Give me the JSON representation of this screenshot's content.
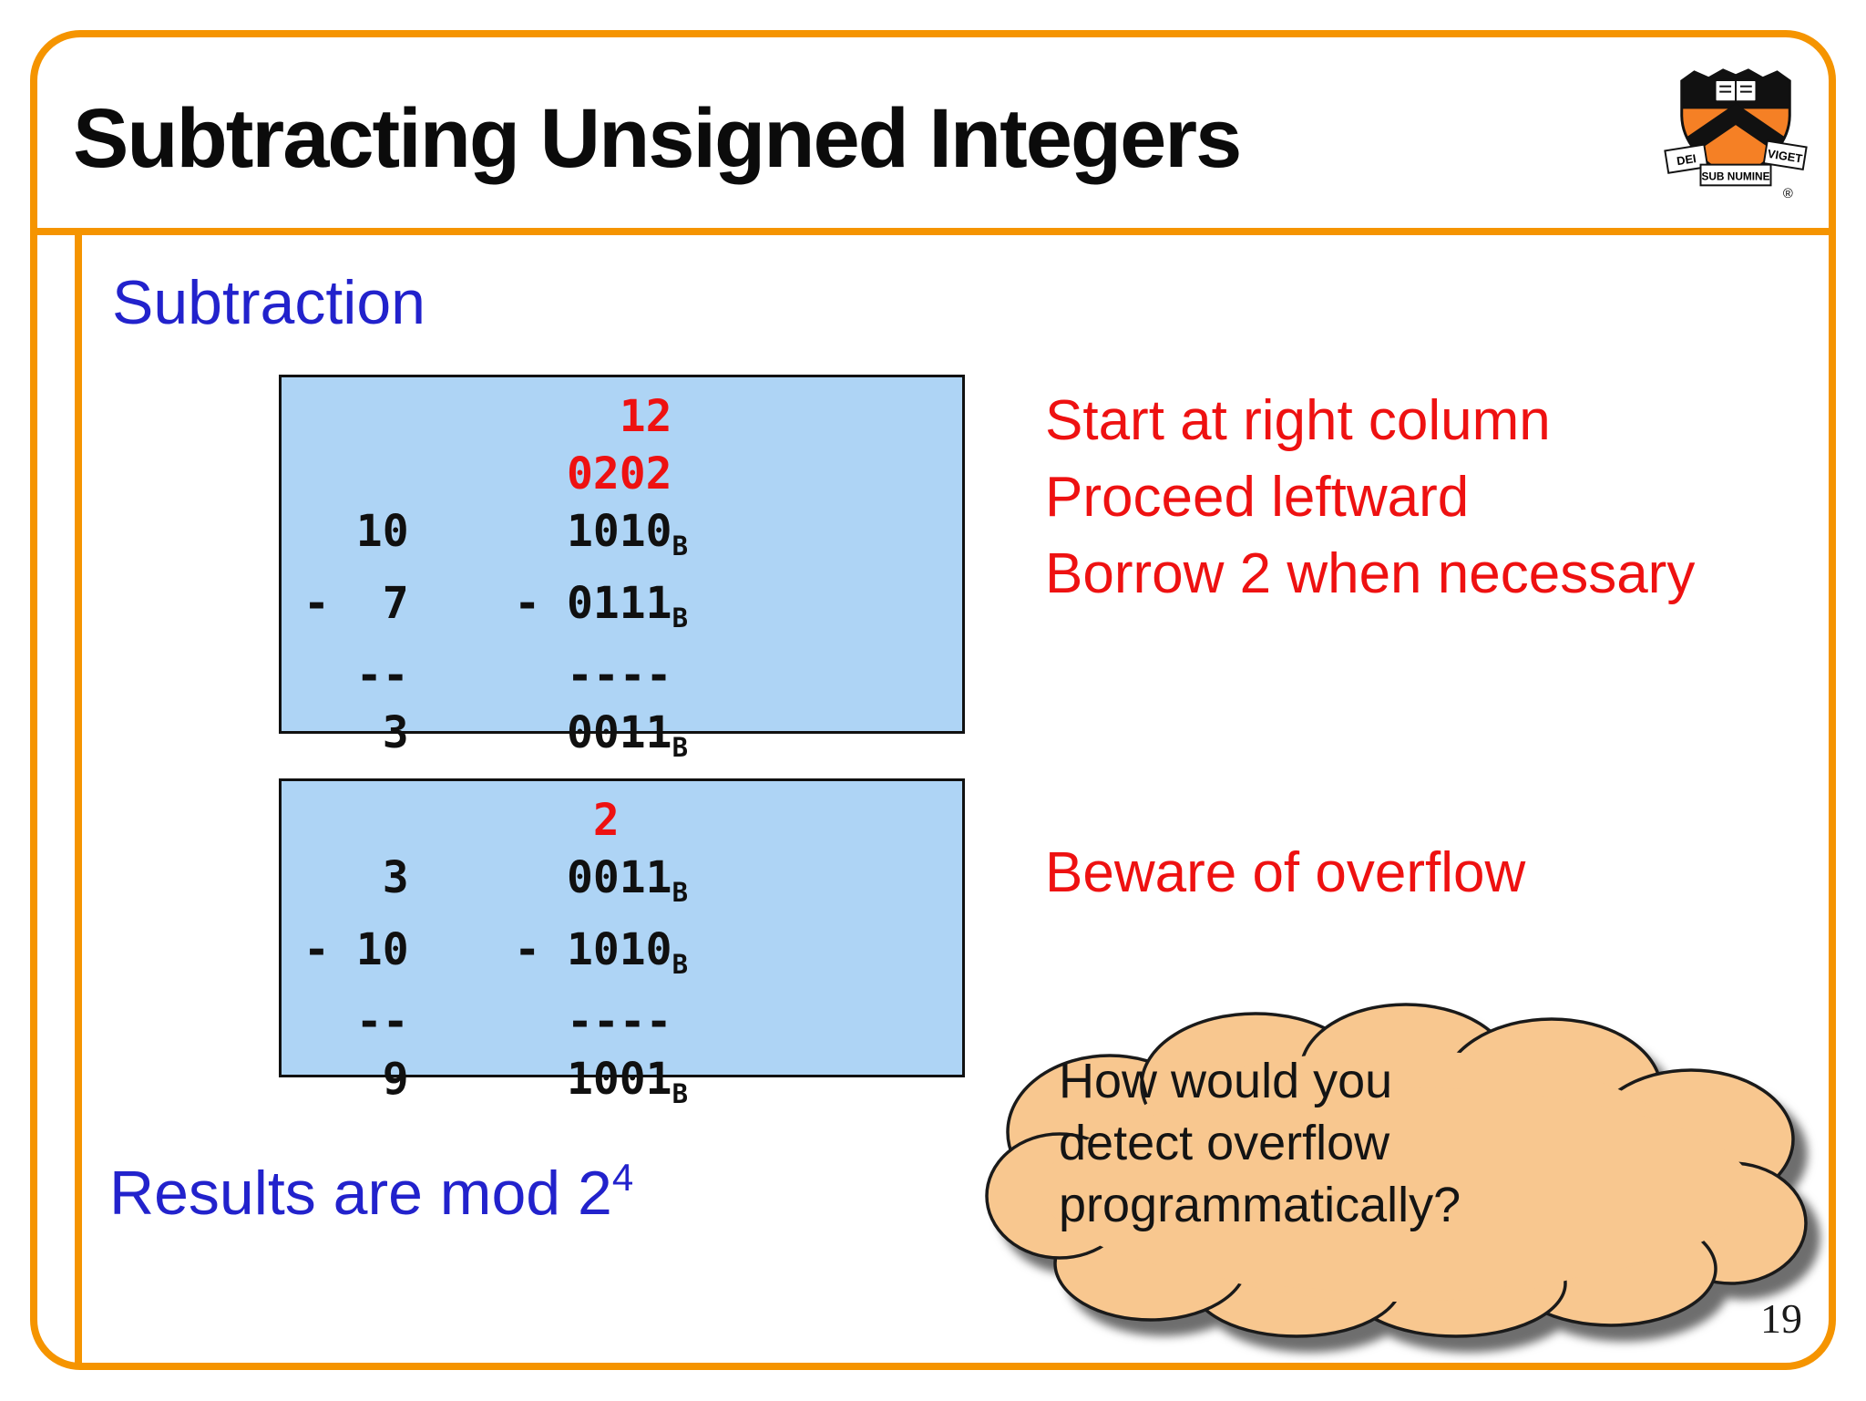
{
  "title": "Subtracting Unsigned Integers",
  "page_number": "19",
  "logo": {
    "motto_left": "DEI",
    "motto_center": "SUB NUMINE",
    "motto_right": "VIGET",
    "registered": "®"
  },
  "section": {
    "heading": "Subtraction"
  },
  "example1": {
    "carry_top": "            12",
    "carry_bottom": "          0202",
    "minuend": "  10      1010",
    "minuend_sub": "B",
    "subtrahend": "-  7    - 0111",
    "subtrahend_sub": "B",
    "rule": "  --      ----",
    "difference": "   3      0011",
    "difference_sub": "B"
  },
  "example2": {
    "carry_top": "           2",
    "minuend": "   3      0011",
    "minuend_sub": "B",
    "subtrahend": "- 10    - 1010",
    "subtrahend_sub": "B",
    "rule": "  --      ----",
    "difference": "   9      1001",
    "difference_sub": "B"
  },
  "annotations": {
    "steps": [
      "Start at right column",
      "Proceed leftward",
      "Borrow 2 when necessary"
    ],
    "overflow_note": "Beware of overflow"
  },
  "results_note": {
    "text": "Results are mod 2",
    "exponent": "4"
  },
  "cloud": {
    "lines": [
      "How would you",
      "detect overflow",
      "programmatically?"
    ]
  },
  "colors": {
    "frame_orange": "#F59400",
    "box_fill_blue": "#AED4F5",
    "carry_red": "#EE1111",
    "heading_blue": "#2222CC",
    "cloud_fill": "#F8C78F",
    "shield_orange": "#F58025"
  }
}
